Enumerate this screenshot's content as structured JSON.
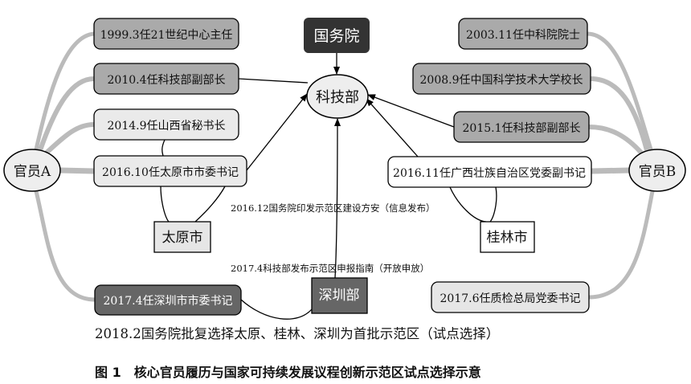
{
  "nodes": {
    "official_a": "官员A",
    "official_b": "官员B",
    "state_council": "国务院",
    "most": "科技部",
    "taiyuan": "太原市",
    "guilin": "桂林市",
    "shenzhen": "深圳部"
  },
  "official_a_career": [
    "1999.3任21世纪中心主任",
    "2010.4任科技部副部长",
    "2014.9任山西省秘书长",
    "2016.10任太原市市委书记",
    "2017.4任深圳市市委书记"
  ],
  "official_b_career": [
    "2003.11任中科院院士",
    "2008.9任中国科学技术大学校长",
    "2015.1任科技部副部长",
    "2016.11任广西壮族自治区党委副书记",
    "2017.6任质检总局党委书记"
  ],
  "events": {
    "e1": "2016.12国务院印发示范区建设方安（信息发布）",
    "e2": "2017.4科技部发布示范区申报指南（开放申放）",
    "e3": "2018.2国务院批复选择太原、桂林、深圳为首批示范区（试点选择）"
  },
  "caption": "图 1　核心官员履历与国家可持续发展议程创新示范区试点选择示意"
}
